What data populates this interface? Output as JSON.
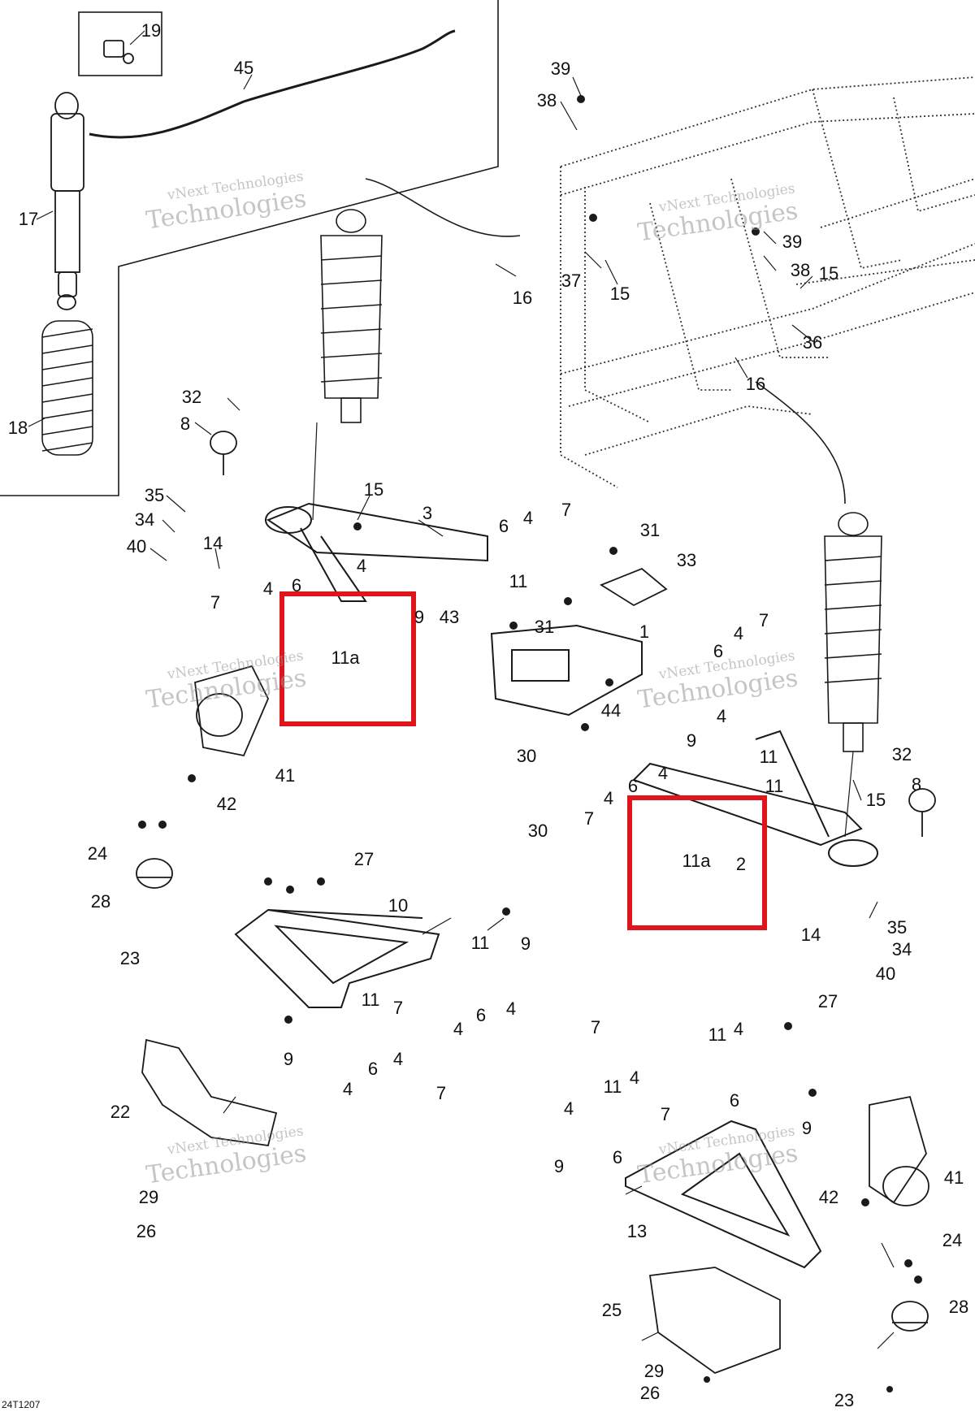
{
  "figure_code": "24T1207",
  "watermark": {
    "line1": "vNext Technologies",
    "line2": "Technologies"
  },
  "colors": {
    "line": "#1a1a1a",
    "dotted": "#333333",
    "highlight": "#e0141b",
    "watermark": "#969696"
  },
  "callouts": [
    {
      "id": "19",
      "text": "19"
    },
    {
      "id": "45",
      "text": "45"
    },
    {
      "id": "17",
      "text": "17"
    },
    {
      "id": "18",
      "text": "18"
    },
    {
      "id": "39a",
      "text": "39"
    },
    {
      "id": "38a",
      "text": "38"
    },
    {
      "id": "39b",
      "text": "39"
    },
    {
      "id": "38b",
      "text": "38"
    },
    {
      "id": "15a",
      "text": "15"
    },
    {
      "id": "16a",
      "text": "16"
    },
    {
      "id": "37",
      "text": "37"
    },
    {
      "id": "15b",
      "text": "15"
    },
    {
      "id": "36",
      "text": "36"
    },
    {
      "id": "16b",
      "text": "16"
    },
    {
      "id": "32a",
      "text": "32"
    },
    {
      "id": "8a",
      "text": "8"
    },
    {
      "id": "35a",
      "text": "35"
    },
    {
      "id": "34a",
      "text": "34"
    },
    {
      "id": "40a",
      "text": "40"
    },
    {
      "id": "14a",
      "text": "14"
    },
    {
      "id": "15c",
      "text": "15"
    },
    {
      "id": "3",
      "text": "3"
    },
    {
      "id": "6a",
      "text": "6"
    },
    {
      "id": "4a",
      "text": "4"
    },
    {
      "id": "7a",
      "text": "7"
    },
    {
      "id": "31a",
      "text": "31"
    },
    {
      "id": "33",
      "text": "33"
    },
    {
      "id": "11a1",
      "text": "11"
    },
    {
      "id": "4b",
      "text": "4"
    },
    {
      "id": "7b",
      "text": "7"
    },
    {
      "id": "4c",
      "text": "4"
    },
    {
      "id": "6b",
      "text": "6"
    },
    {
      "id": "9a",
      "text": "9"
    },
    {
      "id": "43",
      "text": "43"
    },
    {
      "id": "31b",
      "text": "31"
    },
    {
      "id": "1",
      "text": "1"
    },
    {
      "id": "11a_left",
      "text": "11a"
    },
    {
      "id": "4d",
      "text": "4"
    },
    {
      "id": "7c",
      "text": "7"
    },
    {
      "id": "6c",
      "text": "6"
    },
    {
      "id": "44",
      "text": "44"
    },
    {
      "id": "4e",
      "text": "4"
    },
    {
      "id": "9b",
      "text": "9"
    },
    {
      "id": "30a",
      "text": "30"
    },
    {
      "id": "41a",
      "text": "41"
    },
    {
      "id": "42a",
      "text": "42"
    },
    {
      "id": "4f",
      "text": "4"
    },
    {
      "id": "11b",
      "text": "11"
    },
    {
      "id": "6d",
      "text": "6"
    },
    {
      "id": "11c",
      "text": "11"
    },
    {
      "id": "4g",
      "text": "4"
    },
    {
      "id": "7d",
      "text": "7"
    },
    {
      "id": "30b",
      "text": "30"
    },
    {
      "id": "11a_right",
      "text": "11a"
    },
    {
      "id": "2",
      "text": "2"
    },
    {
      "id": "32b",
      "text": "32"
    },
    {
      "id": "8b",
      "text": "8"
    },
    {
      "id": "15d",
      "text": "15"
    },
    {
      "id": "14b",
      "text": "14"
    },
    {
      "id": "35b",
      "text": "35"
    },
    {
      "id": "34b",
      "text": "34"
    },
    {
      "id": "40b",
      "text": "40"
    },
    {
      "id": "24a",
      "text": "24"
    },
    {
      "id": "28a",
      "text": "28"
    },
    {
      "id": "23a",
      "text": "23"
    },
    {
      "id": "27a",
      "text": "27"
    },
    {
      "id": "10",
      "text": "10"
    },
    {
      "id": "9c",
      "text": "9"
    },
    {
      "id": "11d",
      "text": "11"
    },
    {
      "id": "11e",
      "text": "11"
    },
    {
      "id": "7e",
      "text": "7"
    },
    {
      "id": "6e",
      "text": "6"
    },
    {
      "id": "4h",
      "text": "4"
    },
    {
      "id": "4i",
      "text": "4"
    },
    {
      "id": "9d",
      "text": "9"
    },
    {
      "id": "4j",
      "text": "4"
    },
    {
      "id": "6f",
      "text": "6"
    },
    {
      "id": "4k",
      "text": "4"
    },
    {
      "id": "7f",
      "text": "7"
    },
    {
      "id": "22",
      "text": "22"
    },
    {
      "id": "29a",
      "text": "29"
    },
    {
      "id": "26a",
      "text": "26"
    },
    {
      "id": "27b",
      "text": "27"
    },
    {
      "id": "7g",
      "text": "7"
    },
    {
      "id": "11f",
      "text": "11"
    },
    {
      "id": "4l",
      "text": "4"
    },
    {
      "id": "11g",
      "text": "11"
    },
    {
      "id": "4m",
      "text": "4"
    },
    {
      "id": "6g",
      "text": "6"
    },
    {
      "id": "9e",
      "text": "9"
    },
    {
      "id": "4n",
      "text": "4"
    },
    {
      "id": "7h",
      "text": "7"
    },
    {
      "id": "6h",
      "text": "6"
    },
    {
      "id": "9f",
      "text": "9"
    },
    {
      "id": "13",
      "text": "13"
    },
    {
      "id": "41b",
      "text": "41"
    },
    {
      "id": "42b",
      "text": "42"
    },
    {
      "id": "24b",
      "text": "24"
    },
    {
      "id": "28b",
      "text": "28"
    },
    {
      "id": "25",
      "text": "25"
    },
    {
      "id": "29b",
      "text": "29"
    },
    {
      "id": "26b",
      "text": "26"
    },
    {
      "id": "23b",
      "text": "23"
    }
  ]
}
